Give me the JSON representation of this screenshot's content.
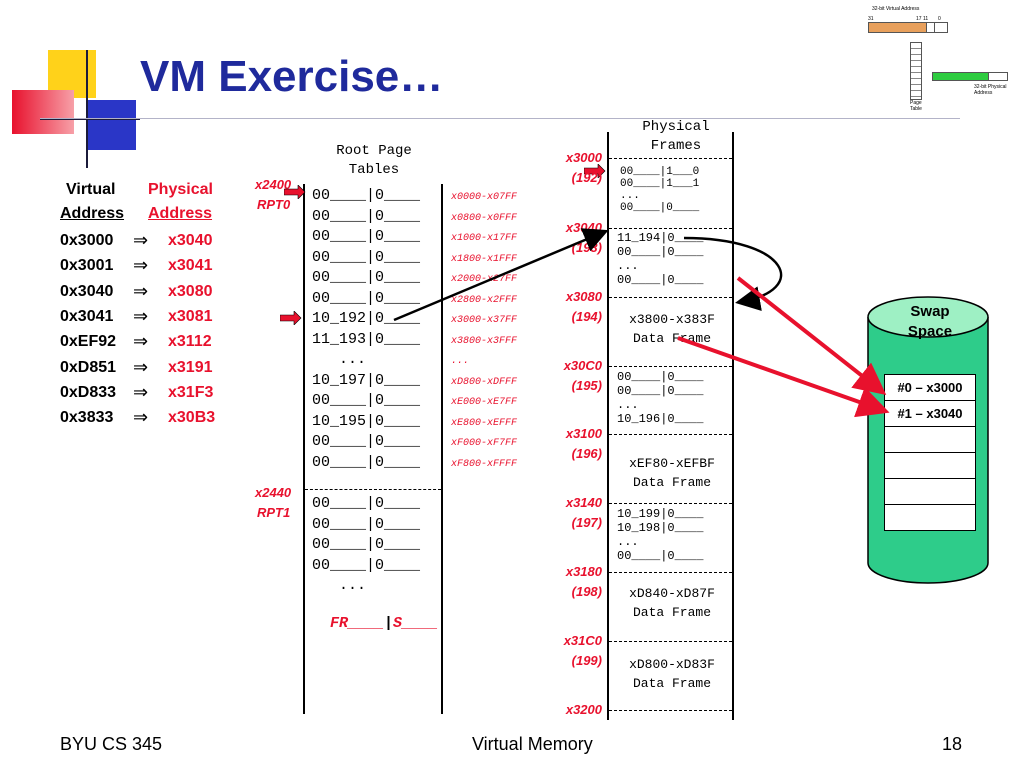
{
  "slide": {
    "title": "VM Exercise…",
    "footer_left": "BYU CS 345",
    "footer_center": "Virtual Memory",
    "footer_right": "18"
  },
  "thumbnail": {
    "top_label": "32-bit Virtual Address",
    "bits": [
      "31",
      "17 11",
      "0"
    ],
    "page_table_label": "Page Table",
    "right_label": "32-bit Physical Address"
  },
  "address_table": {
    "virtual_header": [
      "Virtual",
      "Address"
    ],
    "physical_header": [
      "Physical",
      "Address"
    ],
    "arrow": "⇒",
    "rows": [
      {
        "virtual": "0x3000",
        "physical": "x3040"
      },
      {
        "virtual": "0x3001",
        "physical": "x3041"
      },
      {
        "virtual": "0x3040",
        "physical": "x3080"
      },
      {
        "virtual": "0x3041",
        "physical": "x3081"
      },
      {
        "virtual": "0xEF92",
        "physical": "x3112"
      },
      {
        "virtual": "0xD851",
        "physical": "x3191"
      },
      {
        "virtual": "0xD833",
        "physical": "x31F3"
      },
      {
        "virtual": "0x3833",
        "physical": "x30B3"
      }
    ]
  },
  "root_page_tables": {
    "header": [
      "Root Page",
      "Tables"
    ],
    "rpt0_addr": "x2400",
    "rpt0_name": "RPT0",
    "rpt1_addr": "x2440",
    "rpt1_name": "RPT1",
    "rpt0_rows": [
      "00____|0____",
      "00____|0____",
      "00____|0____",
      "00____|0____",
      "00____|0____",
      "00____|0____",
      "10_192|0____",
      "11_193|0____",
      "   ...",
      "10_197|0____",
      "00____|0____",
      "10_195|0____",
      "00____|0____",
      "00____|0____"
    ],
    "ranges": [
      "x0000-x07FF",
      "x0800-x0FFF",
      "x1000-x17FF",
      "x1800-x1FFF",
      "x2000-x27FF",
      "x2800-x2FFF",
      "x3000-x37FF",
      "x3800-x3FFF",
      "...",
      "xD800-xDFFF",
      "xE000-xE7FF",
      "xE800-xEFFF",
      "xF000-xF7FF",
      "xF800-xFFFF"
    ],
    "rpt1_rows": [
      "00____|0____",
      "00____|0____",
      "00____|0____",
      "00____|0____",
      "   ..."
    ],
    "legend_fr": "FR____",
    "legend_sep": "|",
    "legend_s": "S____"
  },
  "physical_frames": {
    "header": [
      "Physical",
      "Frames"
    ],
    "frames": [
      {
        "addr": "x3000",
        "num": "(192)"
      },
      {
        "addr": "x3040",
        "num": "(193)"
      },
      {
        "addr": "x3080",
        "num": "(194)"
      },
      {
        "addr": "x30C0",
        "num": "(195)"
      },
      {
        "addr": "x3100",
        "num": "(196)"
      },
      {
        "addr": "x3140",
        "num": "(197)"
      },
      {
        "addr": "x3180",
        "num": "(198)"
      },
      {
        "addr": "x31C0",
        "num": "(199)"
      },
      {
        "addr": "x3200",
        "num": ""
      }
    ],
    "f192": [
      "00____|1___0",
      "00____|1___1",
      "...",
      "00____|0____"
    ],
    "f193": [
      "11_194|0____",
      "00____|0____",
      "...",
      "00____|0____"
    ],
    "f194": [
      "x3800-x383F",
      "Data Frame"
    ],
    "f195": [
      "00____|0____",
      "00____|0____",
      "...",
      "10_196|0____"
    ],
    "f196": [
      "xEF80-xEFBF",
      "Data Frame"
    ],
    "f197": [
      "10_199|0____",
      "10_198|0____",
      "...",
      "00____|0____"
    ],
    "f198": [
      "xD840-xD87F",
      "Data Frame"
    ],
    "f199": [
      "xD800-xD83F",
      "Data Frame"
    ]
  },
  "swap_space": {
    "label": [
      "Swap",
      "Space"
    ],
    "slots": [
      "#0 – x3000",
      "#1 – x3040",
      "",
      "",
      "",
      ""
    ]
  },
  "colors": {
    "title_blue": "#1f2a9c",
    "accent_red": "#e8112d",
    "swap_green": "#2ecc8a"
  }
}
